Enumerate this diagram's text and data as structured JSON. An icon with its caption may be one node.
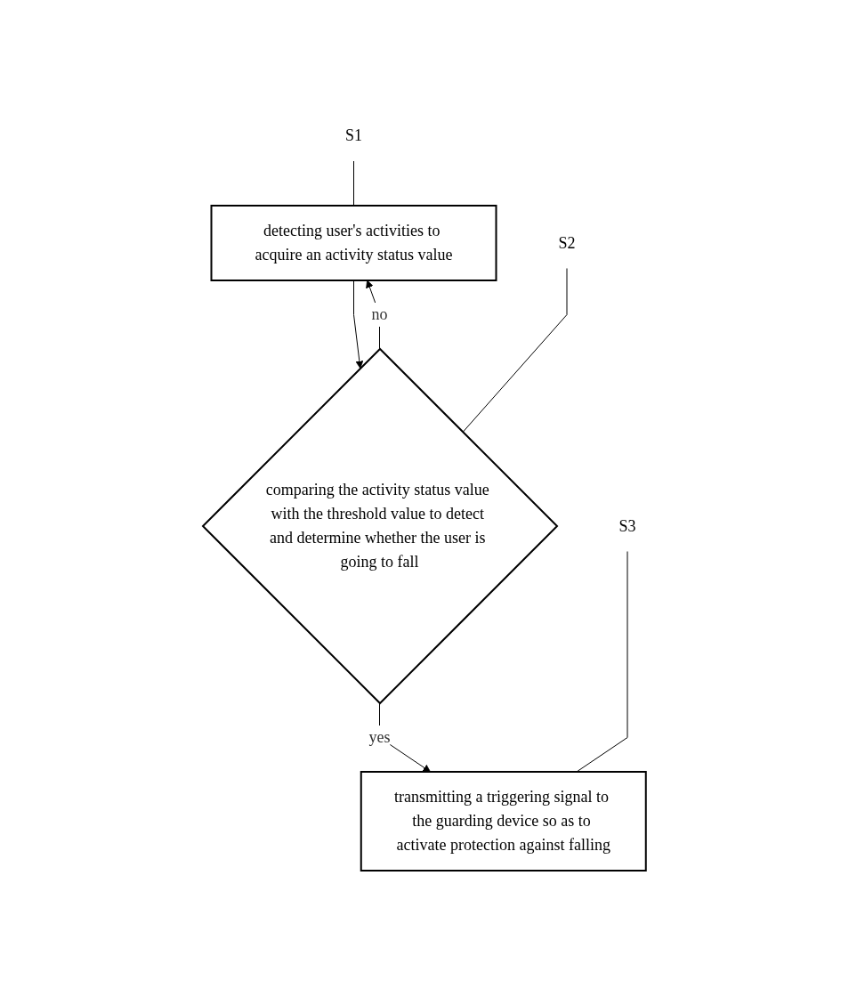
{
  "diagram": {
    "nodes": [
      {
        "text": [
          "detecting user's activities to acquire an activity status value"
        ]
      },
      {
        "text": [
          "comparing the activity status value with the threshold value to detect and determine whether the user is going to fall"
        ]
      },
      {
        "text": [
          "transmitting a triggering signal to the guarding device so as to activate protection against falling"
        ]
      },
      {
        "text": [
          "S1"
        ]
      },
      {
        "text": [
          "S2"
        ]
      },
      {
        "text": [
          "S3"
        ]
      }
    ],
    "edges": [
      {
        "from": 0,
        "to": 1,
        "arrow": "to"
      },
      {
        "from": 1,
        "to": 0,
        "arrow": "to",
        "label": "no"
      },
      {
        "from": 1,
        "to": 2,
        "arrow": "to",
        "label": "yes"
      },
      {
        "from": 3,
        "to": 0,
        "arrow": "none"
      },
      {
        "from": 4,
        "to": 1,
        "arrow": "none"
      },
      {
        "from": 5,
        "to": 2,
        "arrow": "none"
      }
    ]
  }
}
